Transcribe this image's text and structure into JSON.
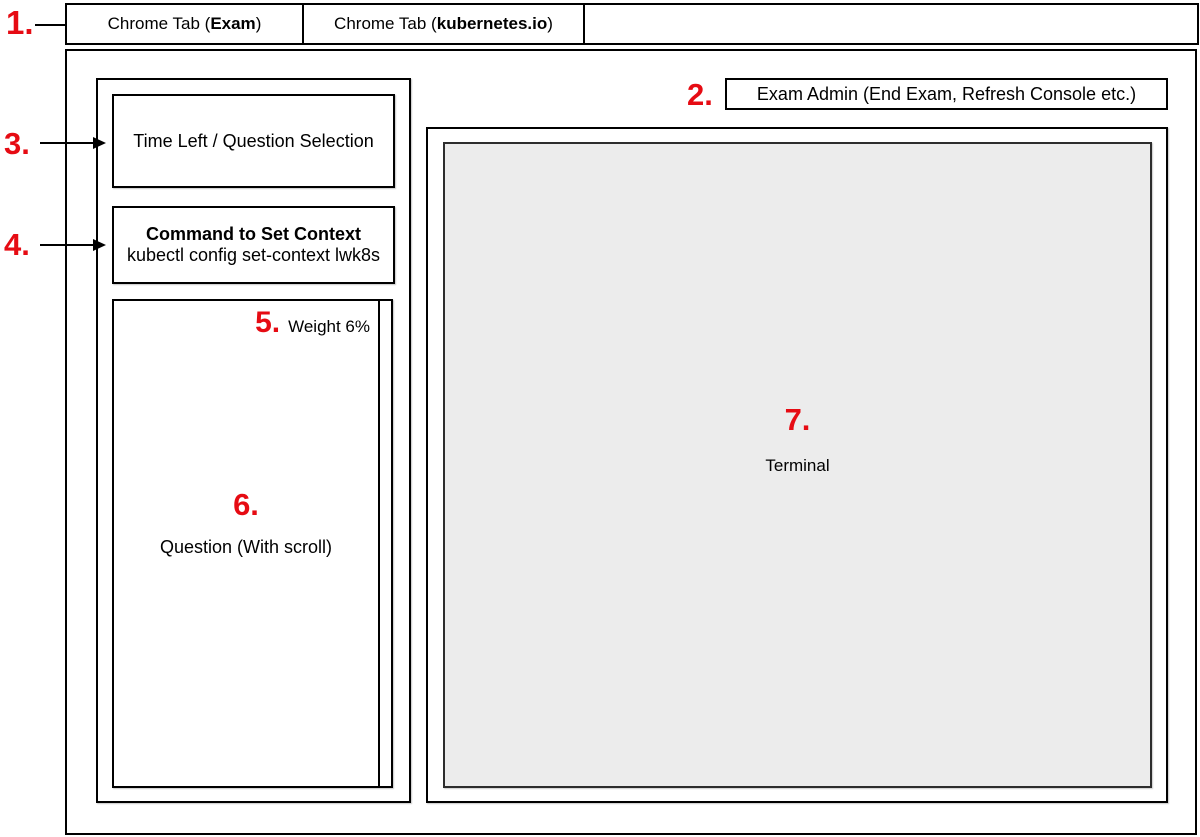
{
  "colors": {
    "accent_red": "#e60b13",
    "line_black": "#000000",
    "terminal_fill": "#ececec"
  },
  "annotations": {
    "n1": "1.",
    "n2": "2.",
    "n3": "3.",
    "n4": "4.",
    "n5": "5.",
    "n6": "6.",
    "n7": "7."
  },
  "tab_bar": {
    "tabs": [
      {
        "prefix": "Chrome Tab (",
        "bold": "Exam",
        "suffix": ")"
      },
      {
        "prefix": "Chrome Tab (",
        "bold": "kubernetes.io",
        "suffix": ")"
      }
    ]
  },
  "exam_admin": {
    "label": "Exam Admin (End Exam, Refresh Console etc.)"
  },
  "sidebar": {
    "timer_box": "Time Left / Question Selection",
    "context_box": {
      "title": "Command to Set Context",
      "command": "kubectl config set-context lwk8s"
    },
    "question_box": {
      "weight": "Weight 6%",
      "label": "Question (With scroll)"
    }
  },
  "terminal": {
    "label": "Terminal"
  }
}
